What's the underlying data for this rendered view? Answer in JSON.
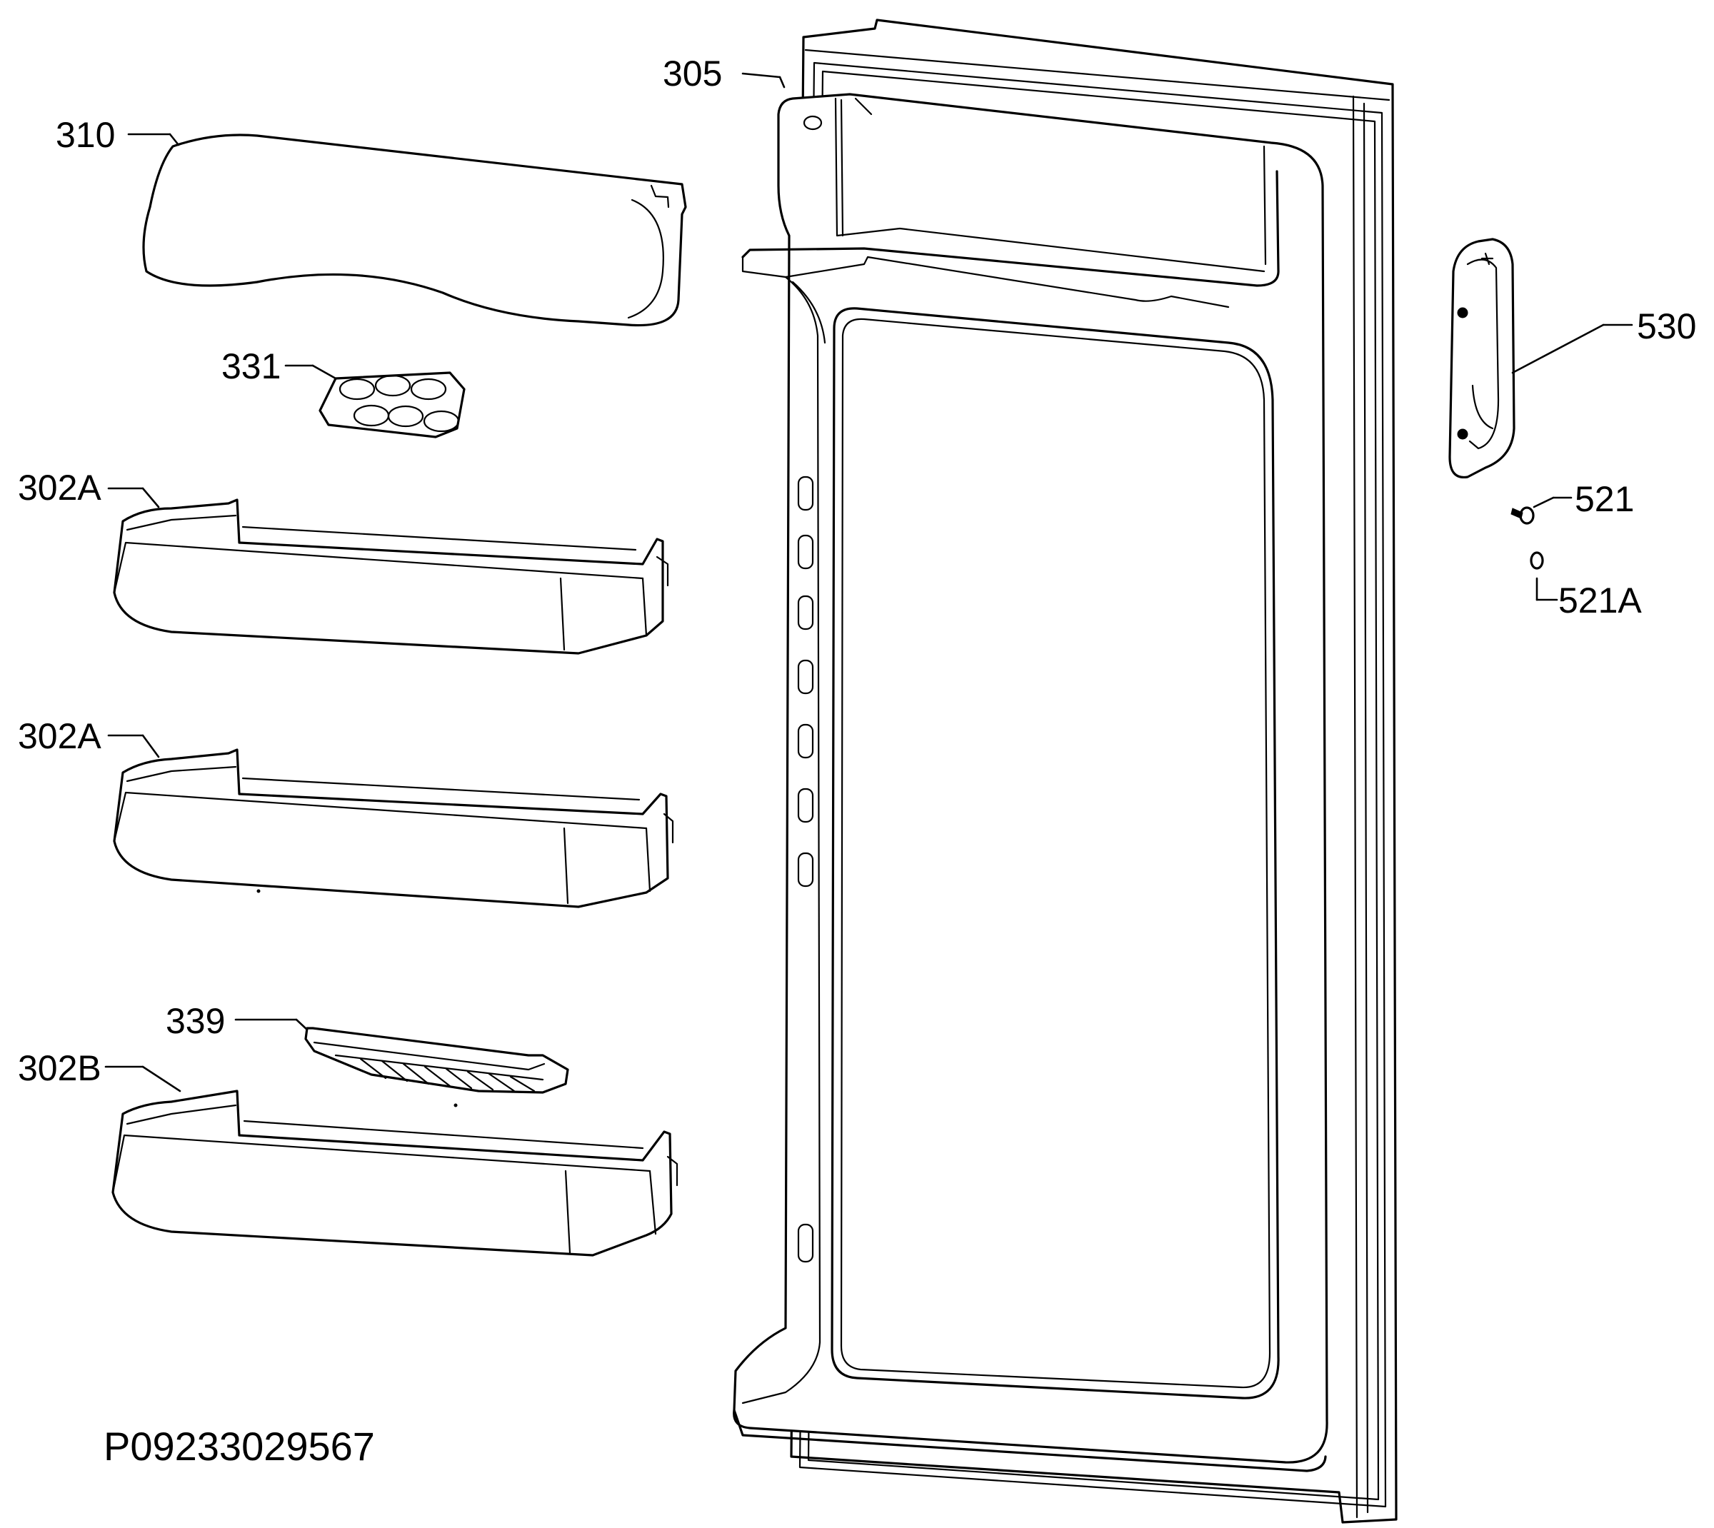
{
  "diagram": {
    "labels": {
      "p305": "305",
      "p310": "310",
      "p331": "331",
      "p302a_1": "302A",
      "p302a_2": "302A",
      "p339": "339",
      "p302b": "302B",
      "p530": "530",
      "p521": "521",
      "p521a": "521A"
    },
    "drawing_code": "P09233029567"
  }
}
